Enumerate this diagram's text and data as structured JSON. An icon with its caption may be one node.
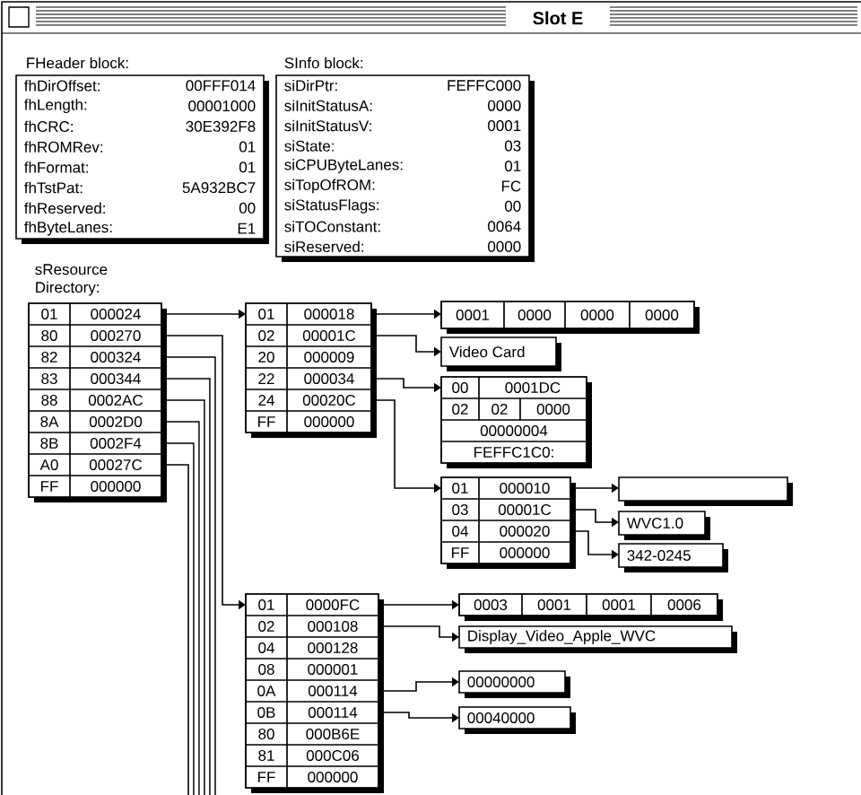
{
  "diagram": {
    "title": "Slot E",
    "nodes": [
      {
        "text": [
          "FHeader block:",
          "fhDirOffset:",
          "00FFF014",
          "fhLength:",
          "00001000",
          "fhCRC:",
          "30E392F8",
          "fhROMRev:",
          "01",
          "fhFormat:",
          "01",
          "fhTstPat:",
          "5A932BC7",
          "fhReserved:",
          "00",
          "fhByteLanes:",
          "E1"
        ]
      },
      {
        "text": [
          "SInfo block:",
          "siDirPtr:",
          "FEFFC000",
          "siInitStatusA:",
          "0000",
          "siInitStatusV:",
          "0001",
          "siState:",
          "03",
          "siCPUByteLanes:",
          "01",
          "siTopOfROM:",
          "FC",
          "siStatusFlags:",
          "00",
          "siTOConstant:",
          "0064",
          "siReserved:",
          "0000"
        ]
      },
      {
        "text": [
          "sResource Directory:",
          "01",
          "000024",
          "80",
          "000270",
          "82",
          "000324",
          "83",
          "000344",
          "88",
          "0002AC",
          "8A",
          "0002D0",
          "8B",
          "0002F4",
          "A0",
          "00027C",
          "FF",
          "000000"
        ]
      },
      {
        "text": [
          "01",
          "000018",
          "02",
          "00001C",
          "20",
          "000009",
          "22",
          "000034",
          "24",
          "00020C",
          "FF",
          "000000"
        ]
      },
      {
        "text": [
          "0001",
          "0000",
          "0000",
          "0000"
        ]
      },
      {
        "text": [
          "Video Card"
        ]
      },
      {
        "text": [
          "00",
          "0001DC",
          "02",
          "02",
          "0000",
          "00000004",
          "FEFFC1C0:"
        ]
      },
      {
        "text": [
          "01",
          "000010",
          "03",
          "00001C",
          "04",
          "000020",
          "FF",
          "000000"
        ]
      },
      {
        "text": [],
        "shape": "box"
      },
      {
        "text": [
          "WVC1.0"
        ]
      },
      {
        "text": [
          "342-0245"
        ]
      },
      {
        "text": [
          "01",
          "0000FC",
          "02",
          "000108",
          "04",
          "000128",
          "08",
          "000001",
          "0A",
          "000114",
          "0B",
          "000114",
          "80",
          "000B6E",
          "81",
          "000C06",
          "FF",
          "000000"
        ]
      },
      {
        "text": [
          "0003",
          "0001",
          "0001",
          "0006"
        ]
      },
      {
        "text": [
          "Display_Video_Apple_WVC"
        ]
      },
      {
        "text": [
          "00000000"
        ]
      },
      {
        "text": [
          "00040000"
        ]
      }
    ],
    "edges": [
      {
        "from": 2,
        "to": 3,
        "arrow": "to"
      },
      {
        "from": 3,
        "to": 4,
        "arrow": "to"
      },
      {
        "from": 3,
        "to": 5,
        "arrow": "to"
      },
      {
        "from": 3,
        "to": 6,
        "arrow": "to"
      },
      {
        "from": 3,
        "to": 7,
        "arrow": "to"
      },
      {
        "from": 7,
        "to": 8,
        "arrow": "to"
      },
      {
        "from": 7,
        "to": 9,
        "arrow": "to"
      },
      {
        "from": 7,
        "to": 10,
        "arrow": "to"
      },
      {
        "from": 2,
        "to": 11,
        "arrow": "to"
      },
      {
        "from": 11,
        "to": 12,
        "arrow": "to"
      },
      {
        "from": 11,
        "to": 13,
        "arrow": "to"
      },
      {
        "from": 11,
        "to": 14,
        "arrow": "to"
      },
      {
        "from": 11,
        "to": 15,
        "arrow": "to"
      },
      {
        "from": 2,
        "to": null,
        "arrow": "none"
      },
      {
        "from": 2,
        "to": null,
        "arrow": "none"
      },
      {
        "from": 2,
        "to": null,
        "arrow": "none"
      },
      {
        "from": 2,
        "to": null,
        "arrow": "none"
      },
      {
        "from": 2,
        "to": null,
        "arrow": "none"
      },
      {
        "from": 2,
        "to": null,
        "arrow": "none"
      }
    ]
  }
}
